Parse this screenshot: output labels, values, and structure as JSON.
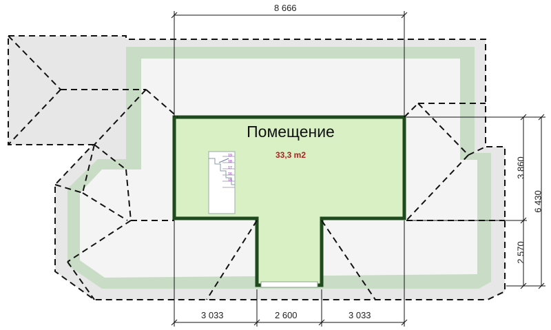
{
  "room": {
    "name": "Помещение",
    "area": "33,3 m2"
  },
  "dimensions": {
    "top_width": "8 666",
    "bottom_left": "3 033",
    "bottom_mid": "2 600",
    "bottom_right": "3 033",
    "right_upper": "3 860",
    "right_lower": "2 570",
    "right_total": "6 430"
  },
  "stair_steps": [
    "19",
    "18",
    "17",
    "16",
    "15"
  ],
  "colors": {
    "room_fill": "#d9f0c4",
    "wall": "#1e4a1e",
    "eave_band": "#c9dcc6",
    "roof_fill": "#f2f3f2",
    "overhang_fill": "#e6e7e6"
  }
}
